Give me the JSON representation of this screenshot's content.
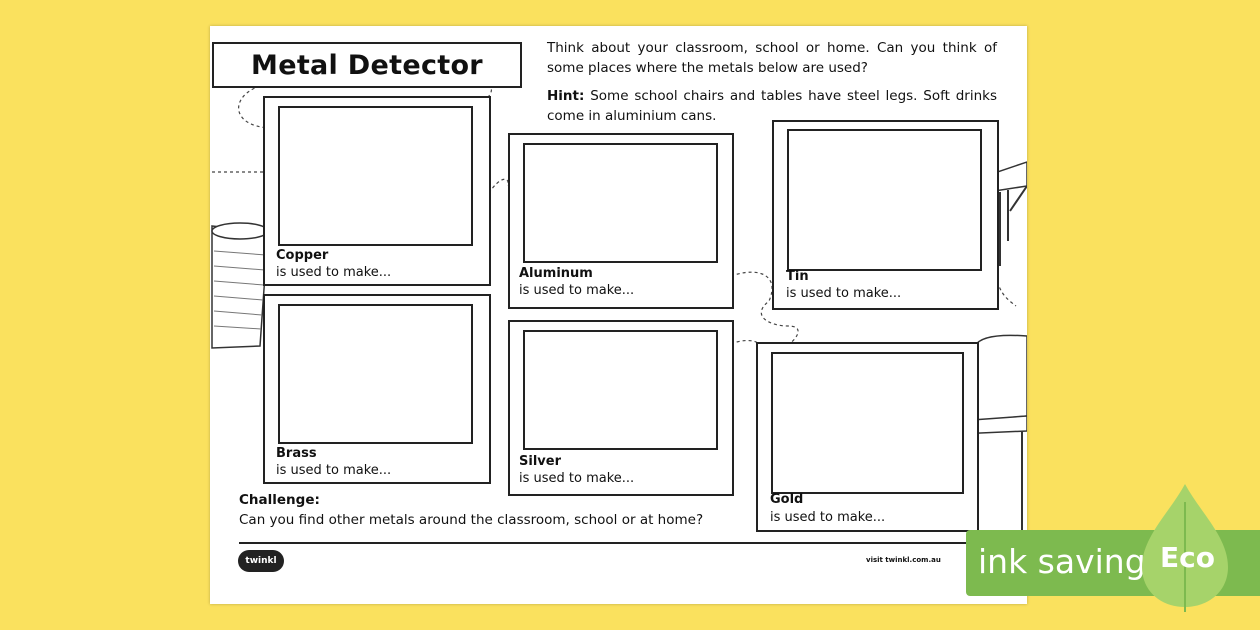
{
  "worksheet": {
    "title": "Metal Detector",
    "intro": "Think about your classroom, school or home. Can you think of some places where the metals below are used?",
    "hint_label": "Hint:",
    "hint_text": "Some school chairs and tables have steel legs. Soft drinks come in aluminium cans.",
    "frames": [
      {
        "metal": "Copper",
        "use": "is used to make..."
      },
      {
        "metal": "Aluminum",
        "use": "is used to make..."
      },
      {
        "metal": "Tin",
        "use": "is used to make..."
      },
      {
        "metal": "Brass",
        "use": "is used to make..."
      },
      {
        "metal": "Silver",
        "use": "is used to make..."
      },
      {
        "metal": "Gold",
        "use": "is used to make..."
      }
    ],
    "challenge_title": "Challenge:",
    "challenge_text": "Can you find other metals around the classroom, school or at home?",
    "logo_text": "twinkl",
    "site_text": "visit twinkl.com.au"
  },
  "badge": {
    "text": "ink saving",
    "eco": "Eco",
    "color": "#7dba4f",
    "leaf_color": "#a6d36a"
  },
  "colors": {
    "background": "#fae15e"
  }
}
